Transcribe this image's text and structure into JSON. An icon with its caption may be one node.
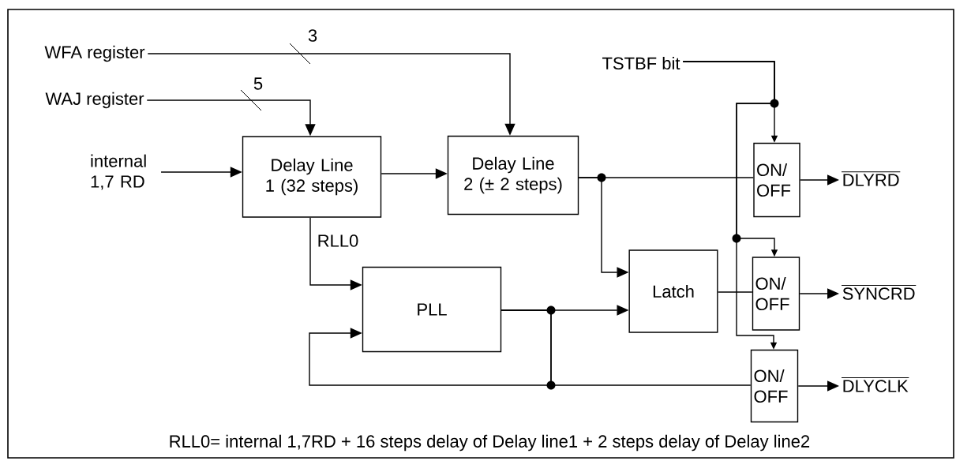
{
  "diagram": {
    "caption": "RLL0= internal 1,7RD + 16 steps delay of Delay line1 + 2 steps delay of Delay line2",
    "nodes": [
      {
        "text": [
          "WFA register"
        ]
      },
      {
        "text": [
          "WAJ register"
        ]
      },
      {
        "text": [
          "internal 1,7 RD"
        ]
      },
      {
        "text": [
          "Delay Line 1 (32 steps)"
        ]
      },
      {
        "text": [
          "Delay Line 2 (± 2 steps)"
        ]
      },
      {
        "text": [
          "TSTBF bit"
        ]
      },
      {
        "text": [
          "PLL"
        ]
      },
      {
        "text": [
          "Latch"
        ]
      },
      {
        "text": [
          "ON/ OFF"
        ]
      },
      {
        "text": [
          "ON/ OFF"
        ]
      },
      {
        "text": [
          "ON/ OFF"
        ]
      },
      {
        "text": [
          "DLYRD"
        ]
      },
      {
        "text": [
          "SYNCRD"
        ]
      },
      {
        "text": [
          "DLYCLK"
        ]
      }
    ],
    "edges": [
      {
        "from": 0,
        "to": 4,
        "arrow": "to",
        "label": "3"
      },
      {
        "from": 1,
        "to": 3,
        "arrow": "to",
        "label": "5"
      },
      {
        "from": 2,
        "to": 3,
        "arrow": "to"
      },
      {
        "from": 3,
        "to": 4,
        "arrow": "to"
      },
      {
        "from": 3,
        "to": 6,
        "arrow": "to",
        "label": "RLL0"
      },
      {
        "from": 4,
        "to": 8,
        "arrow": "none"
      },
      {
        "from": 4,
        "to": 7,
        "arrow": "to"
      },
      {
        "from": 6,
        "to": 7,
        "arrow": "to"
      },
      {
        "from": 6,
        "to": 6,
        "arrow": "to"
      },
      {
        "from": 6,
        "to": 10,
        "arrow": "none"
      },
      {
        "from": 7,
        "to": 9,
        "arrow": "none"
      },
      {
        "from": 5,
        "to": 8,
        "arrow": "to"
      },
      {
        "from": 5,
        "to": 9,
        "arrow": "to"
      },
      {
        "from": 5,
        "to": 10,
        "arrow": "to"
      },
      {
        "from": 8,
        "to": 11,
        "arrow": "to"
      },
      {
        "from": 9,
        "to": 12,
        "arrow": "to"
      },
      {
        "from": 10,
        "to": 13,
        "arrow": "to"
      }
    ]
  }
}
